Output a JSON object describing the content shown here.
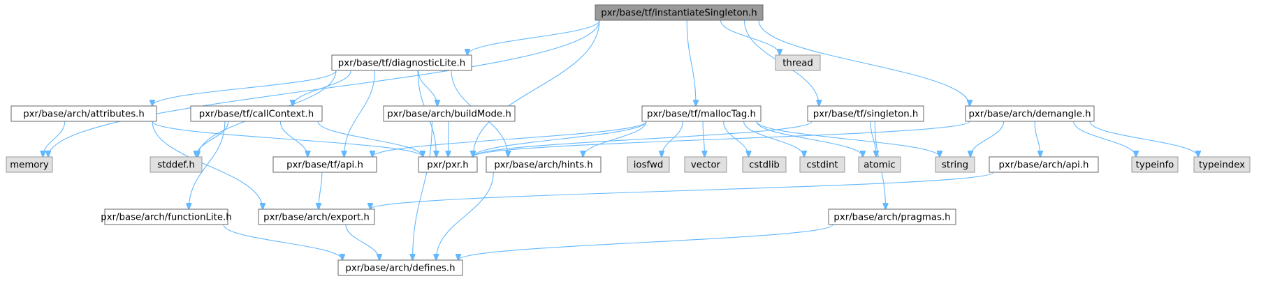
{
  "diagram": {
    "title": "Include dependency graph for instantiateSingleton.h",
    "colors": {
      "edge": "#63b8ff",
      "root_fill": "#999999",
      "root_border": "#666666",
      "header_fill": "#ffffff",
      "header_border": "#666666",
      "system_fill": "#e0e0e0",
      "system_border": "#999999"
    },
    "nodes": {
      "instantiateSingleton": {
        "label": "pxr/base/tf/instantiateSingleton.h",
        "kind": "root"
      },
      "diagnosticLite": {
        "label": "pxr/base/tf/diagnosticLite.h",
        "kind": "header"
      },
      "thread": {
        "label": "thread",
        "kind": "system"
      },
      "attributes": {
        "label": "pxr/base/arch/attributes.h",
        "kind": "header"
      },
      "callContext": {
        "label": "pxr/base/tf/callContext.h",
        "kind": "header"
      },
      "buildMode": {
        "label": "pxr/base/arch/buildMode.h",
        "kind": "header"
      },
      "mallocTag": {
        "label": "pxr/base/tf/mallocTag.h",
        "kind": "header"
      },
      "singleton": {
        "label": "pxr/base/tf/singleton.h",
        "kind": "header"
      },
      "demangle": {
        "label": "pxr/base/arch/demangle.h",
        "kind": "header"
      },
      "memory": {
        "label": "memory",
        "kind": "system"
      },
      "stddef": {
        "label": "stddef.h",
        "kind": "system"
      },
      "tfApi": {
        "label": "pxr/base/tf/api.h",
        "kind": "header"
      },
      "pxr": {
        "label": "pxr/pxr.h",
        "kind": "header"
      },
      "hints": {
        "label": "pxr/base/arch/hints.h",
        "kind": "header"
      },
      "iosfwd": {
        "label": "iosfwd",
        "kind": "system"
      },
      "vector": {
        "label": "vector",
        "kind": "system"
      },
      "cstdlib": {
        "label": "cstdlib",
        "kind": "system"
      },
      "cstdint": {
        "label": "cstdint",
        "kind": "system"
      },
      "atomic": {
        "label": "atomic",
        "kind": "system"
      },
      "string": {
        "label": "string",
        "kind": "system"
      },
      "archApi": {
        "label": "pxr/base/arch/api.h",
        "kind": "header"
      },
      "typeinfo": {
        "label": "typeinfo",
        "kind": "system"
      },
      "typeindex": {
        "label": "typeindex",
        "kind": "system"
      },
      "functionLite": {
        "label": "pxr/base/arch/functionLite.h",
        "kind": "header"
      },
      "export": {
        "label": "pxr/base/arch/export.h",
        "kind": "header"
      },
      "pragmas": {
        "label": "pxr/base/arch/pragmas.h",
        "kind": "header"
      },
      "defines": {
        "label": "pxr/base/arch/defines.h",
        "kind": "header"
      }
    },
    "edges": [
      [
        "instantiateSingleton",
        "diagnosticLite"
      ],
      [
        "instantiateSingleton",
        "thread"
      ],
      [
        "instantiateSingleton",
        "memory"
      ],
      [
        "instantiateSingleton",
        "pxr"
      ],
      [
        "instantiateSingleton",
        "mallocTag"
      ],
      [
        "instantiateSingleton",
        "singleton"
      ],
      [
        "instantiateSingleton",
        "demangle"
      ],
      [
        "diagnosticLite",
        "attributes"
      ],
      [
        "diagnosticLite",
        "callContext"
      ],
      [
        "diagnosticLite",
        "buildMode"
      ],
      [
        "diagnosticLite",
        "stddef"
      ],
      [
        "diagnosticLite",
        "tfApi"
      ],
      [
        "diagnosticLite",
        "pxr"
      ],
      [
        "diagnosticLite",
        "hints"
      ],
      [
        "attributes",
        "memory"
      ],
      [
        "attributes",
        "pxr"
      ],
      [
        "attributes",
        "export"
      ],
      [
        "callContext",
        "stddef"
      ],
      [
        "callContext",
        "tfApi"
      ],
      [
        "callContext",
        "pxr"
      ],
      [
        "callContext",
        "functionLite"
      ],
      [
        "buildMode",
        "pxr"
      ],
      [
        "buildMode",
        "defines"
      ],
      [
        "mallocTag",
        "tfApi"
      ],
      [
        "mallocTag",
        "pxr"
      ],
      [
        "mallocTag",
        "hints"
      ],
      [
        "mallocTag",
        "iosfwd"
      ],
      [
        "mallocTag",
        "vector"
      ],
      [
        "mallocTag",
        "cstdlib"
      ],
      [
        "mallocTag",
        "cstdint"
      ],
      [
        "mallocTag",
        "atomic"
      ],
      [
        "mallocTag",
        "string"
      ],
      [
        "singleton",
        "pxr"
      ],
      [
        "singleton",
        "atomic"
      ],
      [
        "singleton",
        "pragmas"
      ],
      [
        "demangle",
        "pxr"
      ],
      [
        "demangle",
        "string"
      ],
      [
        "demangle",
        "archApi"
      ],
      [
        "demangle",
        "typeinfo"
      ],
      [
        "demangle",
        "typeindex"
      ],
      [
        "tfApi",
        "export"
      ],
      [
        "hints",
        "defines"
      ],
      [
        "archApi",
        "export"
      ],
      [
        "functionLite",
        "defines"
      ],
      [
        "export",
        "defines"
      ],
      [
        "pragmas",
        "defines"
      ]
    ]
  }
}
